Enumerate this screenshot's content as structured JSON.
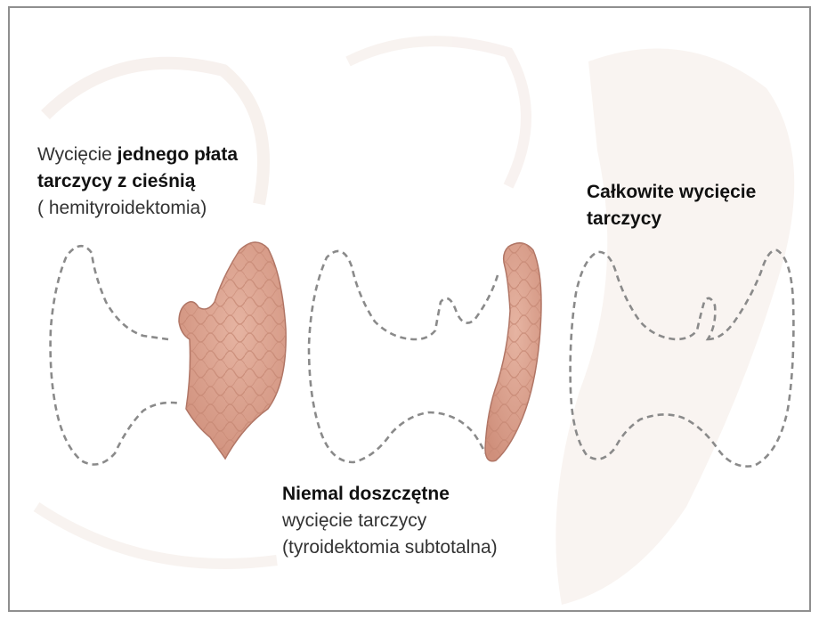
{
  "panels": [
    {
      "id": "hemithyroidectomy",
      "line1_plain": "Wycięcie ",
      "line1_bold": "jednego płata",
      "line2_bold": "tarczycy z cieśnią",
      "line3_plain": "( hemityroidektomia)"
    },
    {
      "id": "subtotal",
      "line1_bold": "Niemal doszczętne",
      "line2_plain": "wycięcie tarczycy",
      "line3_plain": "(tyroidektomia subtotalna)"
    },
    {
      "id": "total",
      "line1_bold": "Całkowite wycięcie",
      "line2_bold": "tarczycy"
    }
  ],
  "colors": {
    "border": "#8f8f8f",
    "outline_dash": "#8a8a8a",
    "tissue_fill": "#d9a08c",
    "tissue_edge": "#b07565",
    "tissue_lobule": "#c48672",
    "background_watermark": "#f4ebe6"
  }
}
